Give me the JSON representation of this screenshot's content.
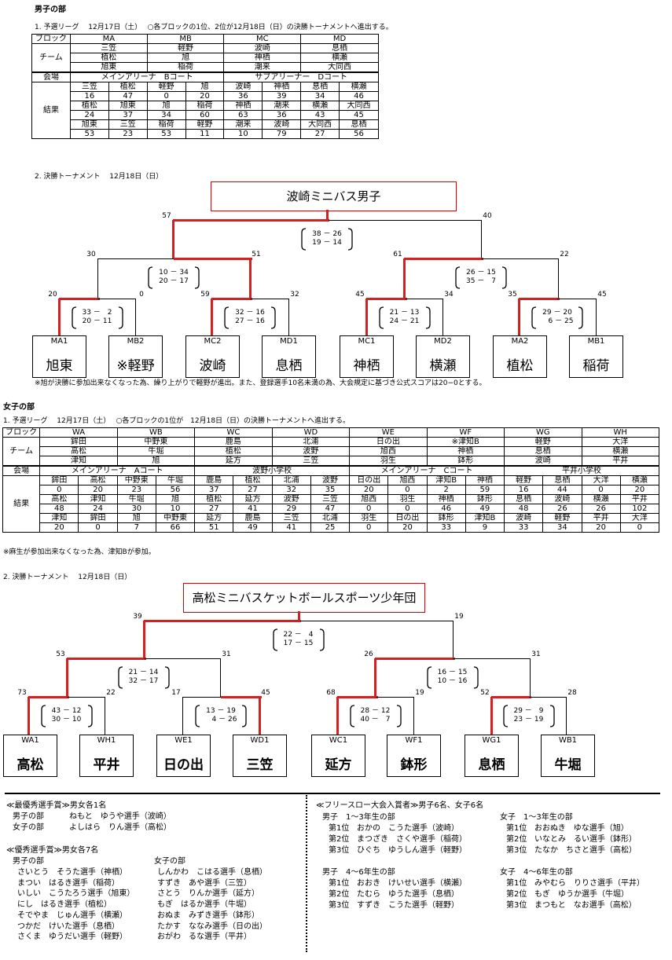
{
  "boys": {
    "section_title": "男子の部",
    "prelim_title": "1. 予選リーグ　 12月17日（土）　 ○各ブロックの1位、2位が12月18日（日）の決勝トーナメントへ進出する。",
    "block_label": "ブロック",
    "team_label": "チーム",
    "venue_label": "会場",
    "result_label": "結果",
    "blocks": [
      "MA",
      "MB",
      "MC",
      "MD"
    ],
    "teams": [
      [
        "三笠",
        "軽野",
        "波崎",
        "息栖"
      ],
      [
        "植松",
        "旭",
        "神栖",
        "横瀬"
      ],
      [
        "旭東",
        "稲荷",
        "潮来",
        "大同西"
      ]
    ],
    "venues": [
      "メインアリーナ　Bコート",
      "サブアリーナー　Dコート"
    ],
    "results": [
      {
        "teams": [
          "三笠",
          "植松",
          "軽野",
          "旭",
          "波崎",
          "神栖",
          "息栖",
          "横瀬"
        ],
        "scores": [
          "16",
          "47",
          "0",
          "20",
          "36",
          "39",
          "34",
          "46"
        ]
      },
      {
        "teams": [
          "植松",
          "旭東",
          "旭",
          "稲荷",
          "神栖",
          "潮来",
          "横瀬",
          "大同西"
        ],
        "scores": [
          "24",
          "37",
          "34",
          "60",
          "63",
          "36",
          "43",
          "45"
        ]
      },
      {
        "teams": [
          "旭東",
          "三笠",
          "稲荷",
          "軽野",
          "潮来",
          "波崎",
          "大同西",
          "息栖"
        ],
        "scores": [
          "53",
          "23",
          "53",
          "11",
          "10",
          "79",
          "27",
          "56"
        ]
      }
    ],
    "final_title": "2. 決勝トーナメント　 12月18日（日）",
    "champion": "波崎ミニバス男子",
    "tournament": {
      "final": {
        "left": "57",
        "right": "40",
        "scores": [
          "38 － 26",
          "19 － 14"
        ]
      },
      "semis": [
        {
          "left": "30",
          "right": "51",
          "scores": [
            "10 － 34",
            "20 － 17"
          ]
        },
        {
          "left": "61",
          "right": "22",
          "scores": [
            "26 － 15",
            "35 －　7"
          ]
        }
      ],
      "quarters": [
        {
          "left": "20",
          "right": "0",
          "scores": [
            "33 －　2",
            "20 － 11"
          ]
        },
        {
          "left": "59",
          "right": "32",
          "scores": [
            "32 － 16",
            "27 － 16"
          ]
        },
        {
          "left": "45",
          "right": "34",
          "scores": [
            "21 － 13",
            "24 － 21"
          ]
        },
        {
          "left": "35",
          "right": "45",
          "scores": [
            "29 － 20",
            "　6 － 25"
          ]
        }
      ],
      "teams": [
        {
          "code": "MA1",
          "name": "旭東"
        },
        {
          "code": "MB2",
          "name": "※軽野"
        },
        {
          "code": "MC2",
          "name": "波崎"
        },
        {
          "code": "MD1",
          "name": "息栖"
        },
        {
          "code": "MC1",
          "name": "神栖"
        },
        {
          "code": "MD2",
          "name": "横瀬"
        },
        {
          "code": "MA2",
          "name": "植松"
        },
        {
          "code": "MB1",
          "name": "稲荷"
        }
      ]
    },
    "note": "※旭が決勝に参加出来なくなった為、繰り上がりで軽野が進出。また、登録選手10名未満の為、大会規定に基づき公式スコアは20−0とする。"
  },
  "girls": {
    "section_title": "女子の部",
    "prelim_title": "1. 予選リーグ　 12月17日（土）　 ○各ブロックの1位が　12月18日（日）の決勝トーナメントへ進出する。",
    "block_label": "ブロック",
    "team_label": "チーム",
    "venue_label": "会場",
    "result_label": "結果",
    "blocks": [
      "WA",
      "WB",
      "WC",
      "WD",
      "WE",
      "WF",
      "WG",
      "WH"
    ],
    "teams": [
      [
        "鉾田",
        "中野東",
        "鹿島",
        "北浦",
        "日の出",
        "※津知B",
        "軽野",
        "大洋"
      ],
      [
        "高松",
        "牛堀",
        "植松",
        "波野",
        "旭西",
        "神栖",
        "息栖",
        "横瀬"
      ],
      [
        "津知",
        "旭",
        "延方",
        "三笠",
        "羽生",
        "鉢形",
        "波崎",
        "平井"
      ]
    ],
    "venues": [
      "メインアリーナ　Aコート",
      "波野小学校",
      "メインアリーナ　Cコート",
      "平井小学校"
    ],
    "results": [
      {
        "teams": [
          "鉾田",
          "高松",
          "中野東",
          "牛堀",
          "鹿島",
          "植松",
          "北浦",
          "波野",
          "日の出",
          "旭西",
          "津知B",
          "神栖",
          "軽野",
          "息栖",
          "大洋",
          "横瀬"
        ],
        "scores": [
          "0",
          "20",
          "23",
          "56",
          "37",
          "27",
          "32",
          "35",
          "20",
          "0",
          "2",
          "59",
          "16",
          "44",
          "0",
          "20"
        ]
      },
      {
        "teams": [
          "高松",
          "津知",
          "牛堀",
          "旭",
          "植松",
          "延方",
          "波野",
          "三笠",
          "旭西",
          "羽生",
          "神栖",
          "鉢形",
          "息栖",
          "波崎",
          "横瀬",
          "平井"
        ],
        "scores": [
          "48",
          "24",
          "30",
          "10",
          "27",
          "41",
          "29",
          "47",
          "0",
          "0",
          "46",
          "49",
          "48",
          "26",
          "26",
          "102"
        ]
      },
      {
        "teams": [
          "津知",
          "鉾田",
          "旭",
          "中野東",
          "延方",
          "鹿島",
          "三笠",
          "北浦",
          "羽生",
          "日の出",
          "鉢形",
          "津知B",
          "波崎",
          "軽野",
          "平井",
          "大洋"
        ],
        "scores": [
          "20",
          "0",
          "7",
          "66",
          "51",
          "49",
          "41",
          "25",
          "0",
          "20",
          "33",
          "9",
          "33",
          "34",
          "20",
          "0"
        ]
      }
    ],
    "note": "※麻生が参加出来なくなった為、津知Bが参加。",
    "final_title": "2. 決勝トーナメント　 12月18日（日）",
    "champion": "高松ミニバスケットボールスポーツ少年団",
    "tournament": {
      "final": {
        "left": "39",
        "right": "19",
        "scores": [
          "22 －　4",
          "17 － 15"
        ]
      },
      "semis": [
        {
          "left": "53",
          "right": "31",
          "scores": [
            "21 － 14",
            "32 － 17"
          ]
        },
        {
          "left": "26",
          "right": "31",
          "scores": [
            "16 － 15",
            "10 － 16"
          ]
        }
      ],
      "quarters": [
        {
          "left": "73",
          "right": "22",
          "scores": [
            "43 － 12",
            "30 － 10"
          ]
        },
        {
          "left": "17",
          "right": "45",
          "scores": [
            "13 － 19",
            "　4 － 26"
          ]
        },
        {
          "left": "68",
          "right": "19",
          "scores": [
            "28 － 12",
            "40 －　7"
          ]
        },
        {
          "left": "52",
          "right": "28",
          "scores": [
            "29 －　9",
            "23 － 19"
          ]
        }
      ],
      "teams": [
        {
          "code": "WA1",
          "name": "高松"
        },
        {
          "code": "WH1",
          "name": "平井"
        },
        {
          "code": "WE1",
          "name": "日の出"
        },
        {
          "code": "WD1",
          "name": "三笠"
        },
        {
          "code": "WC1",
          "name": "延方"
        },
        {
          "code": "WF1",
          "name": "鉢形"
        },
        {
          "code": "WG1",
          "name": "息栖"
        },
        {
          "code": "WB1",
          "name": "牛堀"
        }
      ]
    }
  },
  "awards": {
    "mvp_title": "≪最優秀選手賞≫男女各1名",
    "mvp": [
      {
        "label": "男子の部",
        "name": "ねもと　ゆうや選手（波崎）"
      },
      {
        "label": "女子の部",
        "name": "よしはら　りん選手（高松）"
      }
    ],
    "excellent_title": "≪優秀選手賞≫男女各7名",
    "boys_label": "男子の部",
    "girls_label": "女子の部",
    "excellent_boys": [
      "さいとう　そうた選手（神栖）",
      "まつい　はるき選手（稲荷）",
      "いしい　こうたろう選手（旭東）",
      "にし　はるき選手（植松）",
      "そでやま　じゅん選手（横瀬）",
      "つかだ　けいた選手（息栖）",
      "さくま　ゆうだい選手（軽野）"
    ],
    "excellent_girls": [
      "しんかわ　こはる選手（息栖）",
      "すずき　あや選手（三笠）",
      "さとう　りんか選手（延方）",
      "もぎ　はるか選手（牛堀）",
      "おぬま　みずき選手（鉢形）",
      "たかす　ななみ選手（日の出）",
      "おがわ　るな選手（平井）"
    ],
    "ft_title": "≪フリースロー大会入賞者≫男子6名、女子6名",
    "ft_groups": [
      {
        "title": "男子　1～3年生の部",
        "rows": [
          [
            "第1位",
            "おかの　こうた選手（波崎）"
          ],
          [
            "第2位",
            "まつざき　さくや選手（稲荷）"
          ],
          [
            "第3位",
            "ひぐち　ゆうしん選手（軽野）"
          ]
        ]
      },
      {
        "title": "女子　1～3年生の部",
        "rows": [
          [
            "第1位",
            "おおぬき　ゆな選手（旭）"
          ],
          [
            "第2位",
            "いなとみ　るい選手（鉢形）"
          ],
          [
            "第3位",
            "たなか　ちさと選手（高松）"
          ]
        ]
      },
      {
        "title": "男子　4～6年生の部",
        "rows": [
          [
            "第1位",
            "おおき　けいせい選手（横瀬）"
          ],
          [
            "第2位",
            "たむら　ゆうた選手（息栖）"
          ],
          [
            "第3位",
            "すずき　こうた選手（軽野）"
          ]
        ]
      },
      {
        "title": "女子　4～6年生の部",
        "rows": [
          [
            "第1位",
            "みやむら　りりさ選手（平井）"
          ],
          [
            "第2位",
            "もぎ　ゆうか選手（牛堀）"
          ],
          [
            "第3位",
            "まつもと　なお選手（高松）"
          ]
        ]
      }
    ]
  }
}
